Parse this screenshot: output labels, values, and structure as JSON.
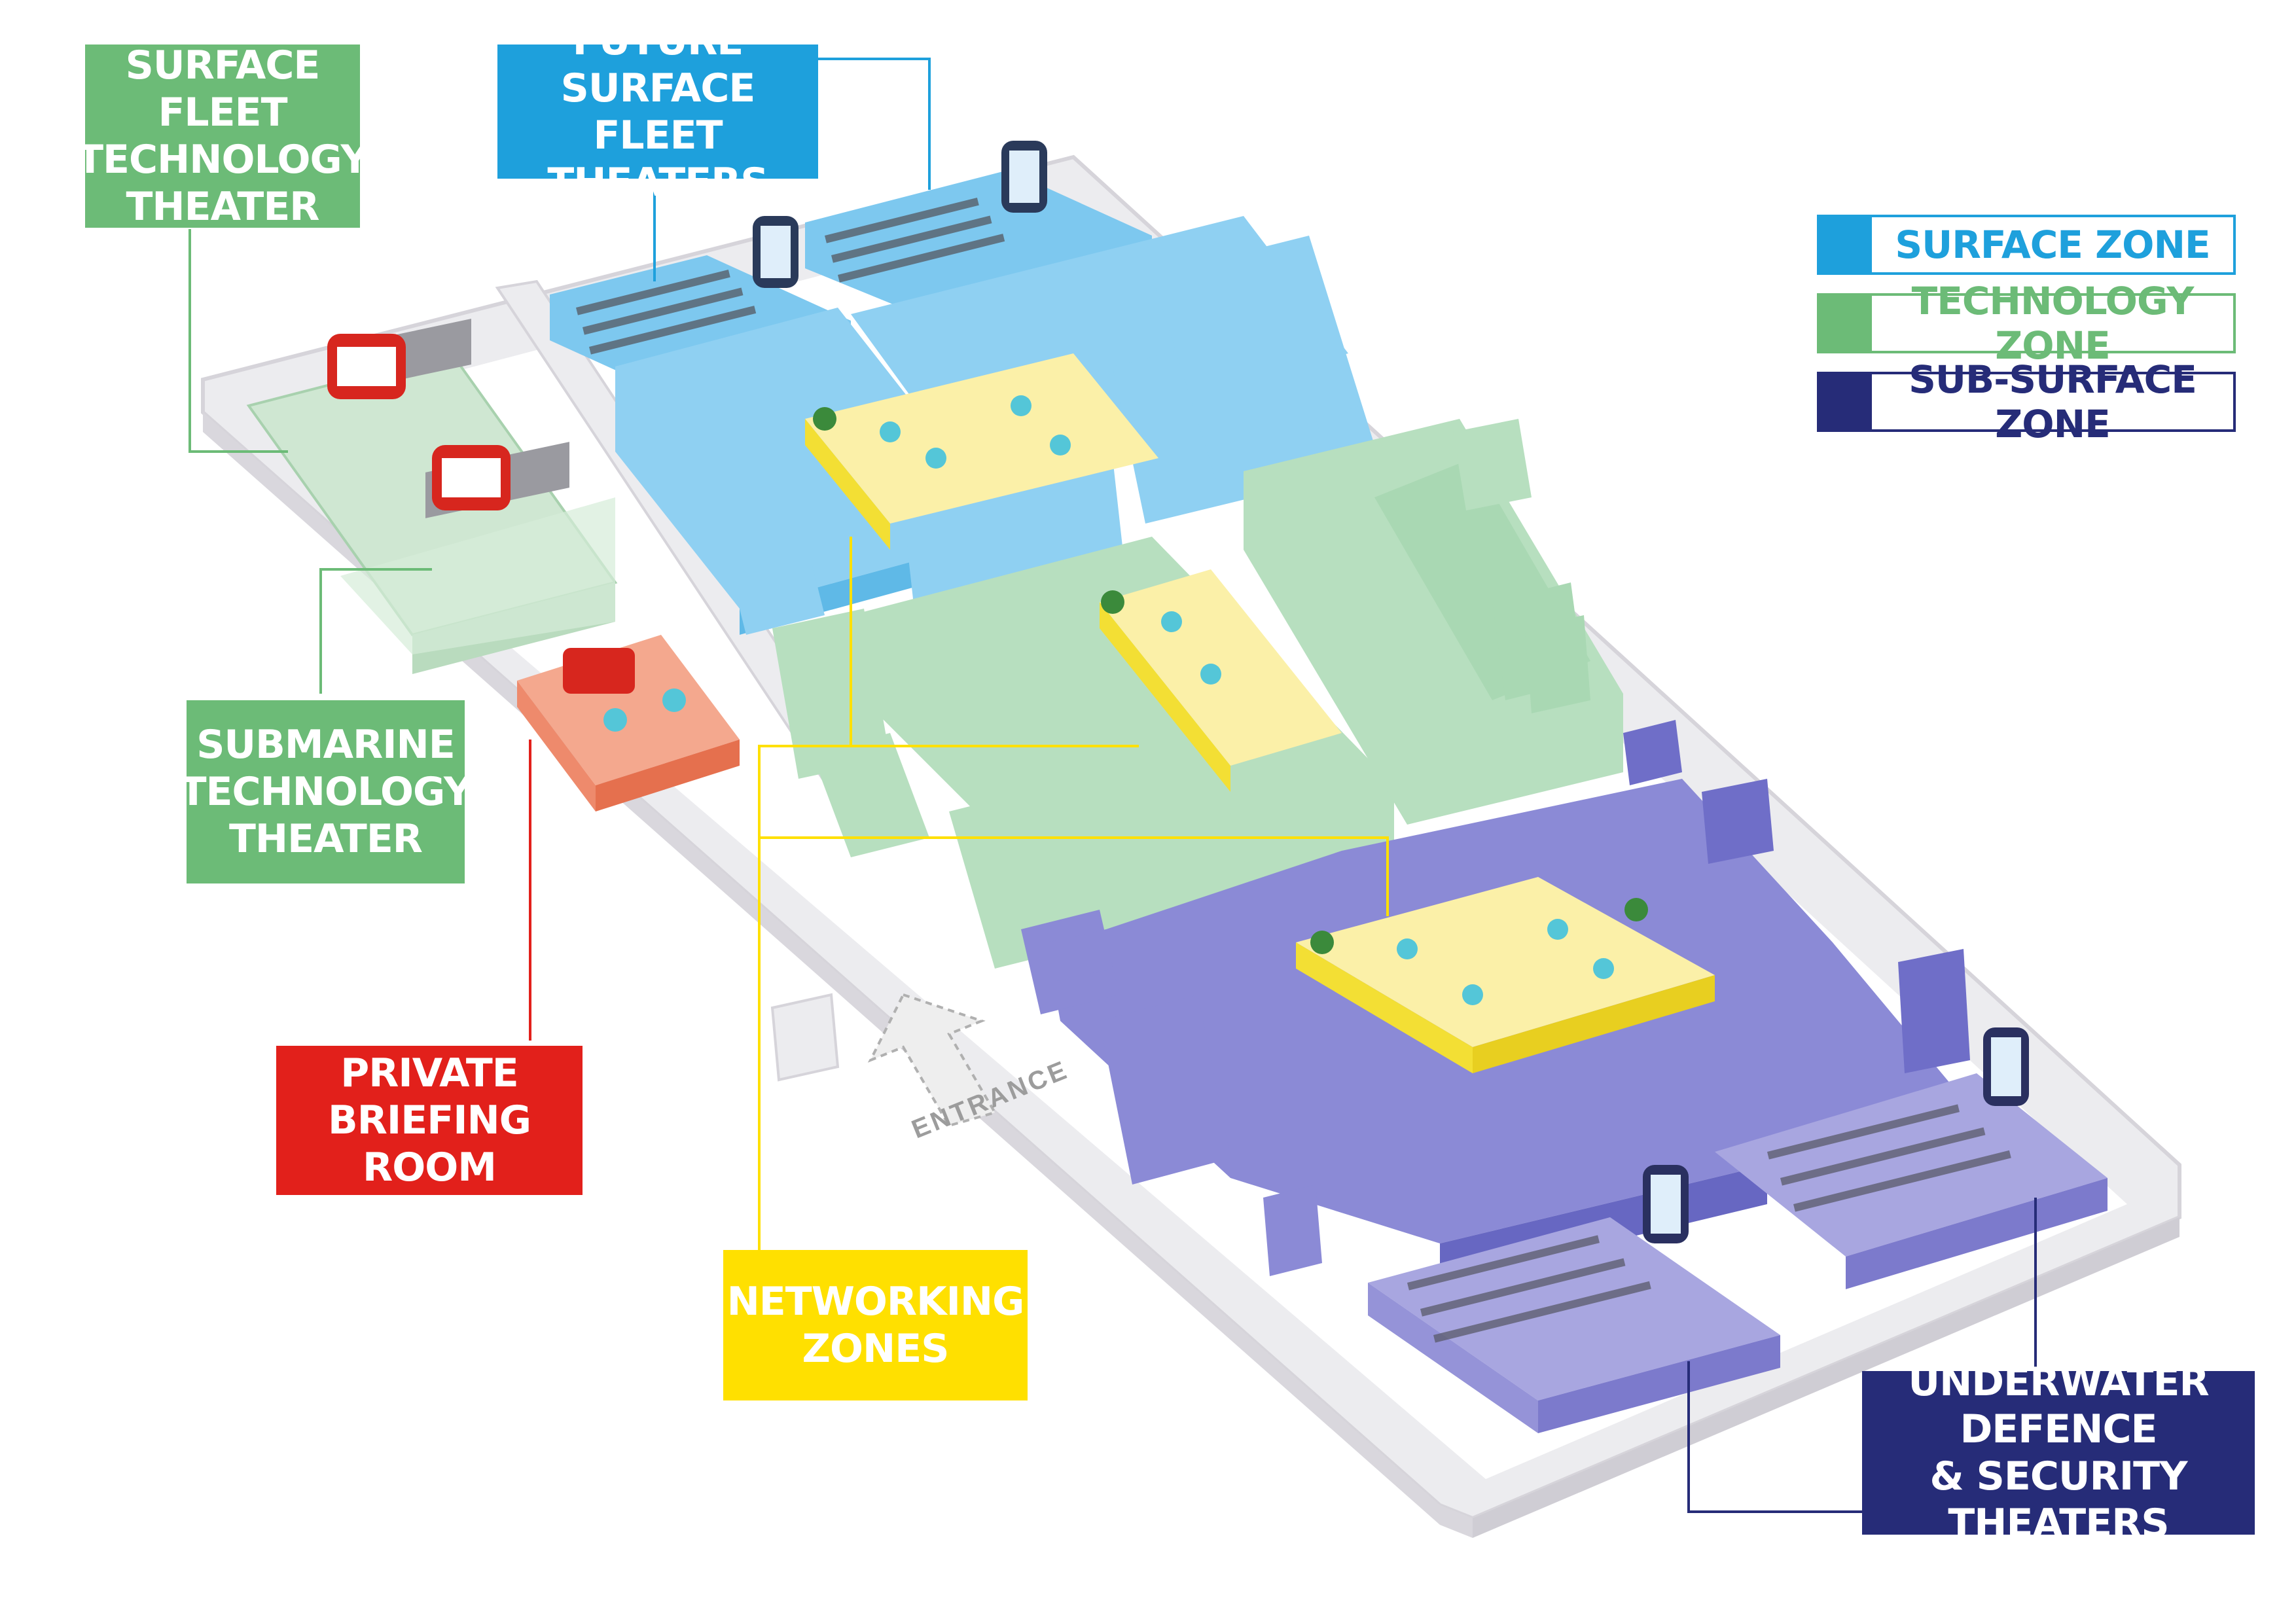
{
  "colors": {
    "surface": "#1ea0dc",
    "technology": "#6cbb77",
    "subsurface": "#262c78",
    "briefing": "#e2201b",
    "networking": "#ffe000",
    "floor": "#eceaef"
  },
  "labels": {
    "surface_fleet_tech": [
      "SURFACE FLEET",
      "TECHNOLOGY",
      "THEATER"
    ],
    "future_surface": [
      "FUTURE SURFACE",
      "FLEET THEATERS"
    ],
    "submarine_tech": [
      "SUBMARINE",
      "TECHNOLOGY",
      "THEATER"
    ],
    "private_briefing": [
      "PRIVATE",
      "BRIEFING ROOM"
    ],
    "networking": [
      "NETWORKING",
      "ZONES"
    ],
    "underwater": [
      "UNDERWATER DEFENCE",
      "& SECURITY THEATERS"
    ]
  },
  "legend": [
    {
      "label": "SURFACE ZONE",
      "color": "#1ea0dc"
    },
    {
      "label": "TECHNOLOGY ZONE",
      "color": "#6cbb77"
    },
    {
      "label": "SUB-SURFACE  ZONE",
      "color": "#262c78"
    }
  ],
  "entrance": "ENTRANCE"
}
